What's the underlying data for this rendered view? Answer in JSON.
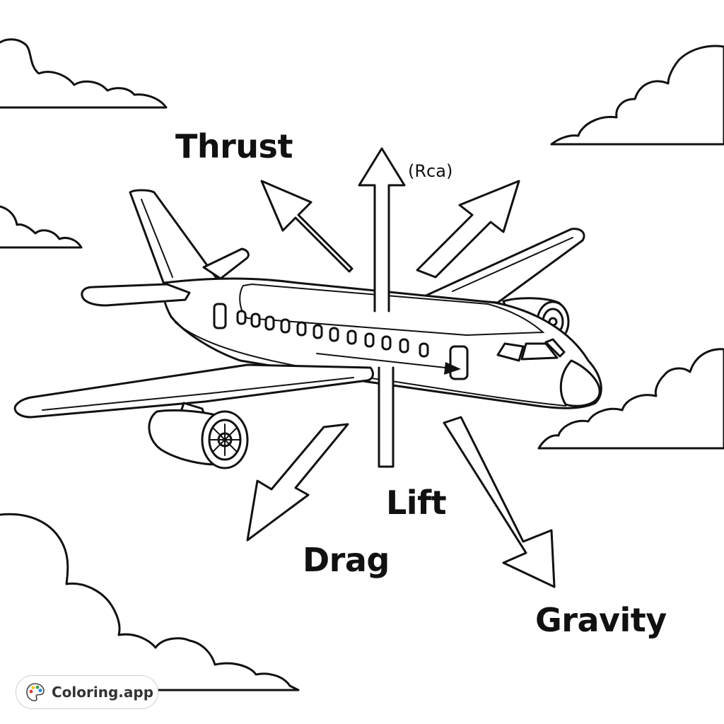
{
  "labels": {
    "thrust": "Thrust",
    "rca": "(Rca)",
    "lift": "Lift",
    "drag": "Drag",
    "gravity": "Gravity"
  },
  "watermark": {
    "text": "Coloring.app",
    "icon": "palette-icon"
  },
  "colors": {
    "line": "#111111",
    "background": "#ffffff"
  }
}
